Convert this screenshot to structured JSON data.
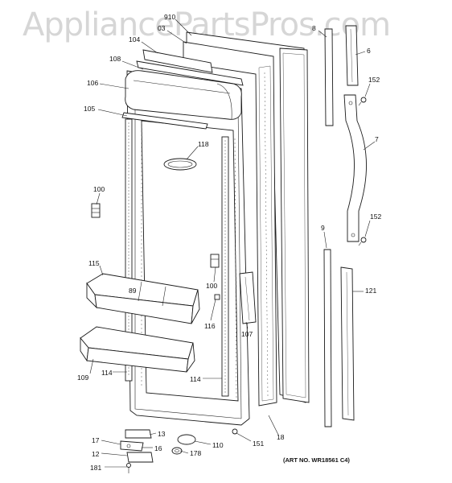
{
  "watermark": "AppliancePartsPros.com",
  "art_number": "(ART NO. WR18561 C4)",
  "callouts": [
    {
      "id": "c910",
      "text": "910"
    },
    {
      "id": "c103",
      "text": "03"
    },
    {
      "id": "c104",
      "text": "104"
    },
    {
      "id": "c108",
      "text": "108"
    },
    {
      "id": "c106",
      "text": "106"
    },
    {
      "id": "c105",
      "text": "105"
    },
    {
      "id": "c118",
      "text": "118"
    },
    {
      "id": "c100a",
      "text": "100"
    },
    {
      "id": "c115",
      "text": "115"
    },
    {
      "id": "c89",
      "text": "89"
    },
    {
      "id": "c100b",
      "text": "100"
    },
    {
      "id": "c116",
      "text": "116"
    },
    {
      "id": "c107",
      "text": "107"
    },
    {
      "id": "c109",
      "text": "109"
    },
    {
      "id": "c114a",
      "text": "114"
    },
    {
      "id": "c114b",
      "text": "114"
    },
    {
      "id": "c18",
      "text": "18"
    },
    {
      "id": "c151",
      "text": "151"
    },
    {
      "id": "c13",
      "text": "13"
    },
    {
      "id": "c17",
      "text": "17"
    },
    {
      "id": "c16",
      "text": "16"
    },
    {
      "id": "c110",
      "text": "110"
    },
    {
      "id": "c12",
      "text": "12"
    },
    {
      "id": "c178",
      "text": "178"
    },
    {
      "id": "c181",
      "text": "181"
    },
    {
      "id": "c8",
      "text": "8"
    },
    {
      "id": "c6",
      "text": "6"
    },
    {
      "id": "c152a",
      "text": "152"
    },
    {
      "id": "c7",
      "text": "7"
    },
    {
      "id": "c152b",
      "text": "152"
    },
    {
      "id": "c9",
      "text": "9"
    },
    {
      "id": "c121",
      "text": "121"
    }
  ]
}
